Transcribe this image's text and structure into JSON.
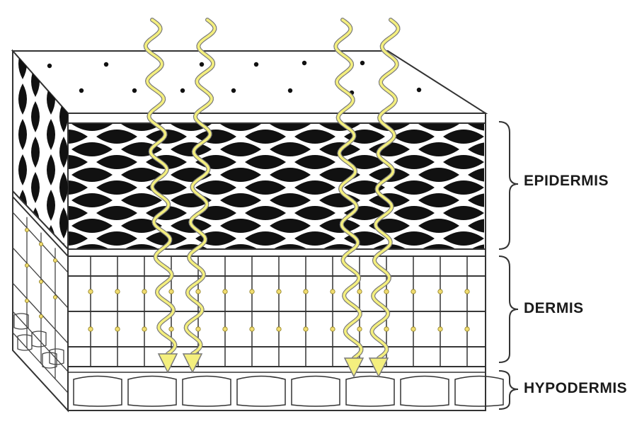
{
  "layers": {
    "epidermis": "EPIDERMIS",
    "dermis": "DERMIS",
    "hypodermis": "HYPODERMIS"
  },
  "colors": {
    "ray": "#f4ef7e",
    "ray_outline": "#7a7a7a",
    "cell_fill": "#111111",
    "outline": "#333333",
    "node": "#f0dc70",
    "background": "#ffffff"
  },
  "rays": {
    "count": 4,
    "icon": "wavy-arrow-icon"
  }
}
